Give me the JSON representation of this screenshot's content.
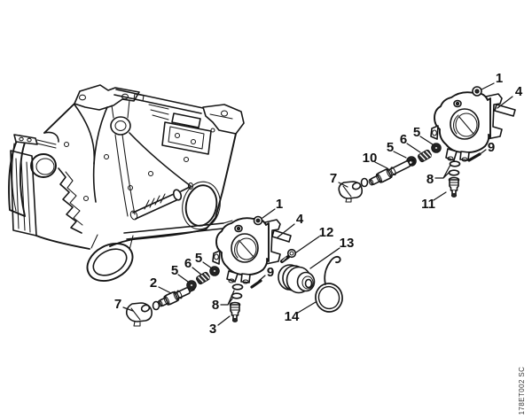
{
  "figure": {
    "code": "178ET002 SC"
  },
  "callouts": {
    "upper": [
      "1",
      "4",
      "5",
      "6",
      "5",
      "10",
      "7",
      "9",
      "8",
      "11"
    ],
    "lower": [
      "1",
      "4",
      "12",
      "13",
      "9",
      "8",
      "3",
      "14",
      "2",
      "5",
      "6",
      "5",
      "7"
    ]
  }
}
